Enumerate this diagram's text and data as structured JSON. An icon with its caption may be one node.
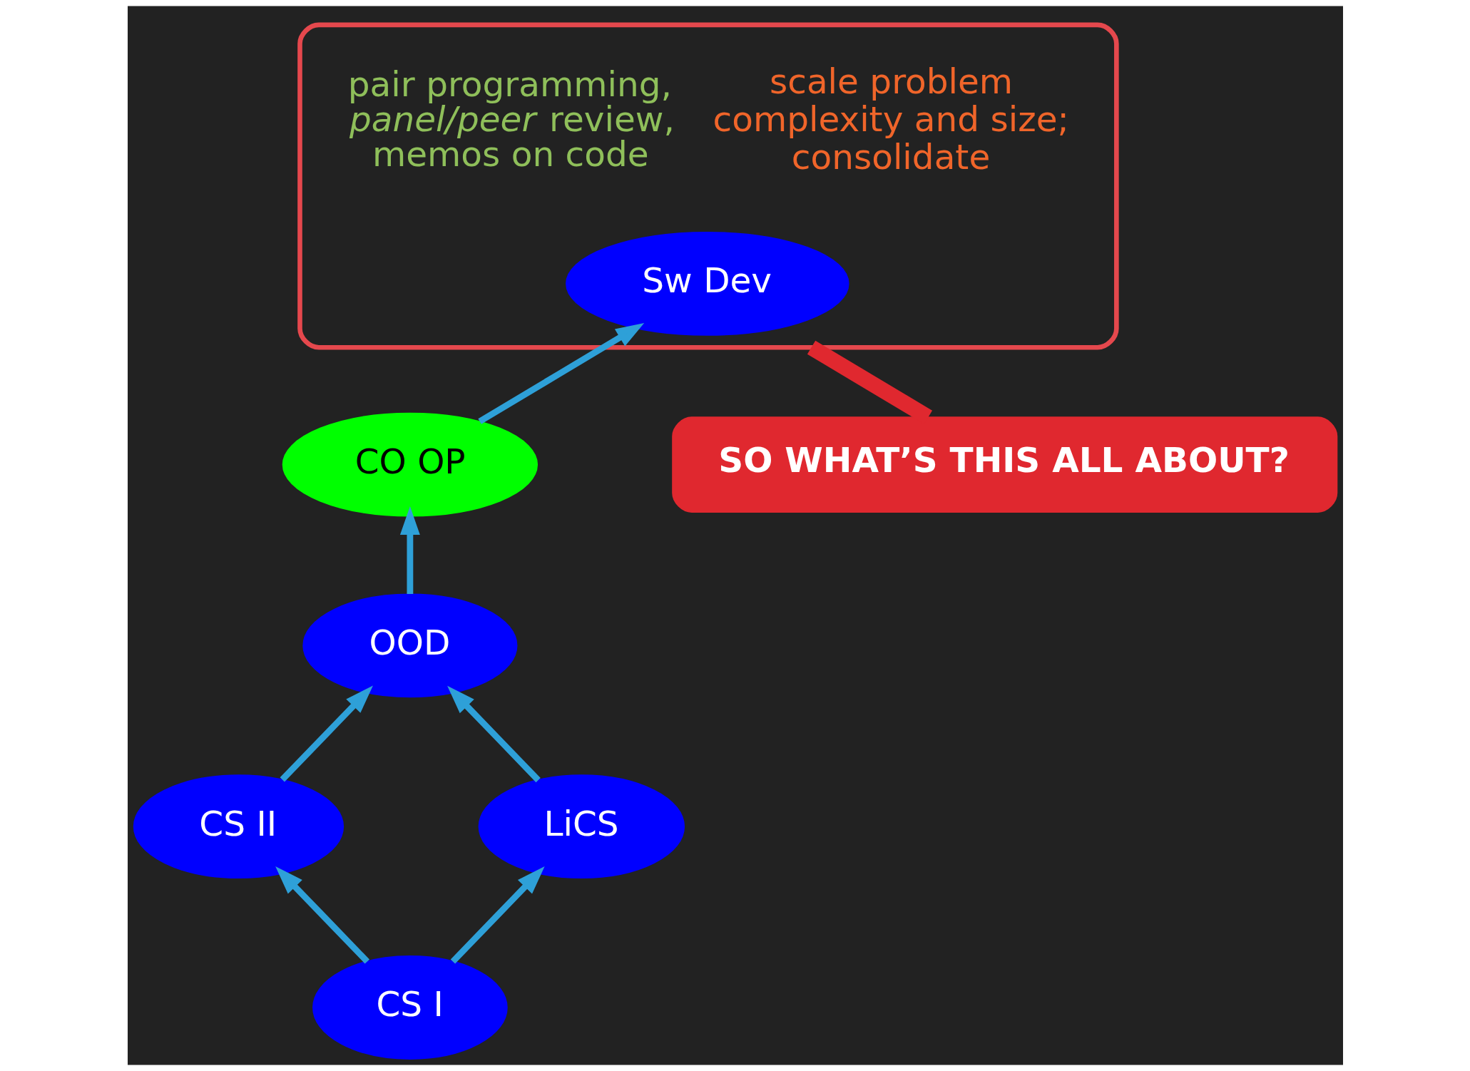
{
  "diagram": {
    "nodes": [
      {
        "text": [
          "pair programming, *panel/peer* review, memos on code",
          "scale problem complexity and size; consolidate"
        ]
      },
      {
        "text": [
          "Sw Dev"
        ],
        "in": 0
      },
      {
        "text": [
          "CO OP"
        ]
      },
      {
        "text": [
          "OOD"
        ]
      },
      {
        "text": [
          "CS II"
        ]
      },
      {
        "text": [
          "LiCS"
        ]
      },
      {
        "text": [
          "CS I"
        ]
      },
      {
        "text": [
          "SO WHAT’S THIS ALL ABOUT?"
        ]
      }
    ],
    "edges": [
      {
        "from": 2,
        "to": 1,
        "arrow": "to"
      },
      {
        "from": 3,
        "to": 2,
        "arrow": "to"
      },
      {
        "from": 4,
        "to": 3,
        "arrow": "to"
      },
      {
        "from": 5,
        "to": 3,
        "arrow": "to"
      },
      {
        "from": 6,
        "to": 4,
        "arrow": "to"
      },
      {
        "from": 6,
        "to": 5,
        "arrow": "to"
      },
      {
        "from": 7,
        "to": 0,
        "arrow": "none",
        "style": "thick",
        "color": "#e0282f"
      }
    ]
  }
}
